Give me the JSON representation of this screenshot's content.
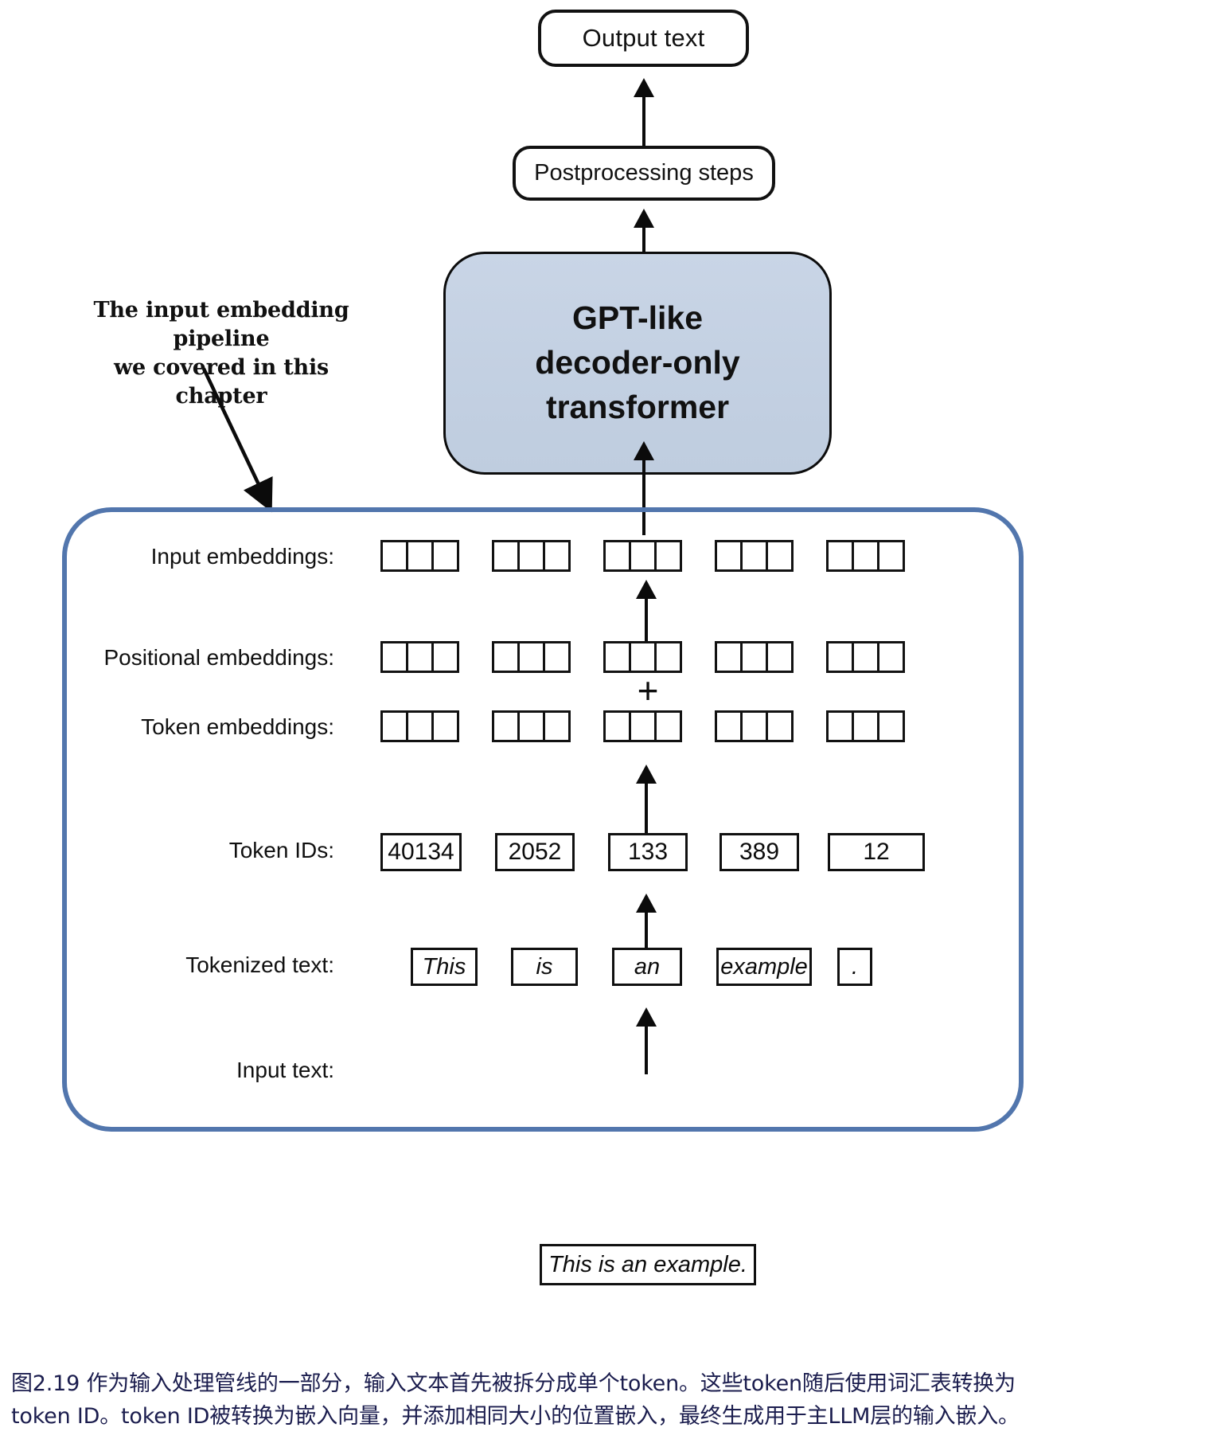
{
  "diagram": {
    "title": "LLM input embedding pipeline",
    "output_text": "Output text",
    "postprocessing": "Postprocessing steps",
    "model_box": {
      "line1": "GPT-like",
      "line2": "decoder-only",
      "line3": "transformer",
      "fill_color": "#c5d2e4",
      "border_color": "#0c0c0c"
    },
    "annotation": {
      "line1": "The input embedding pipeline",
      "line2": "we covered in this chapter"
    },
    "container": {
      "border_color": "#5276ad"
    },
    "plus_symbol": "+",
    "rows": [
      {
        "label": "Input embeddings:",
        "type": "cells",
        "groups": 5,
        "cells_per_group": 3
      },
      {
        "label": "Positional embeddings:",
        "type": "cells",
        "groups": 5,
        "cells_per_group": 3
      },
      {
        "label": "Token embeddings:",
        "type": "cells",
        "groups": 5,
        "cells_per_group": 3
      },
      {
        "label": "Token IDs:",
        "type": "values",
        "values": [
          "40134",
          "2052",
          "133",
          "389",
          "12"
        ]
      },
      {
        "label": "Tokenized text:",
        "type": "values",
        "values": [
          "This",
          "is",
          "an",
          "example",
          "."
        ]
      },
      {
        "label": "Input text:",
        "type": "single",
        "value": "This is an example."
      }
    ],
    "token_ids": [
      "40134",
      "2052",
      "133",
      "389",
      "12"
    ],
    "tokenized_text": [
      "This",
      "is",
      "an",
      "example",
      "."
    ],
    "input_text": "This is an example.",
    "labels": {
      "input_embeddings": "Input embeddings:",
      "positional_embeddings": "Positional embeddings:",
      "token_embeddings": "Token embeddings:",
      "token_ids": "Token IDs:",
      "tokenized_text": "Tokenized text:",
      "input_text": "Input text:"
    }
  },
  "caption": {
    "line1": "图2.19 作为输入处理管线的一部分，输入文本首先被拆分成单个token。这些token随后使用词汇表转换为",
    "line2": "token ID。token ID被转换为嵌入向量，并添加相同大小的位置嵌入，最终生成用于主LLM层的输入嵌入。",
    "color": "#1b1d4e"
  }
}
